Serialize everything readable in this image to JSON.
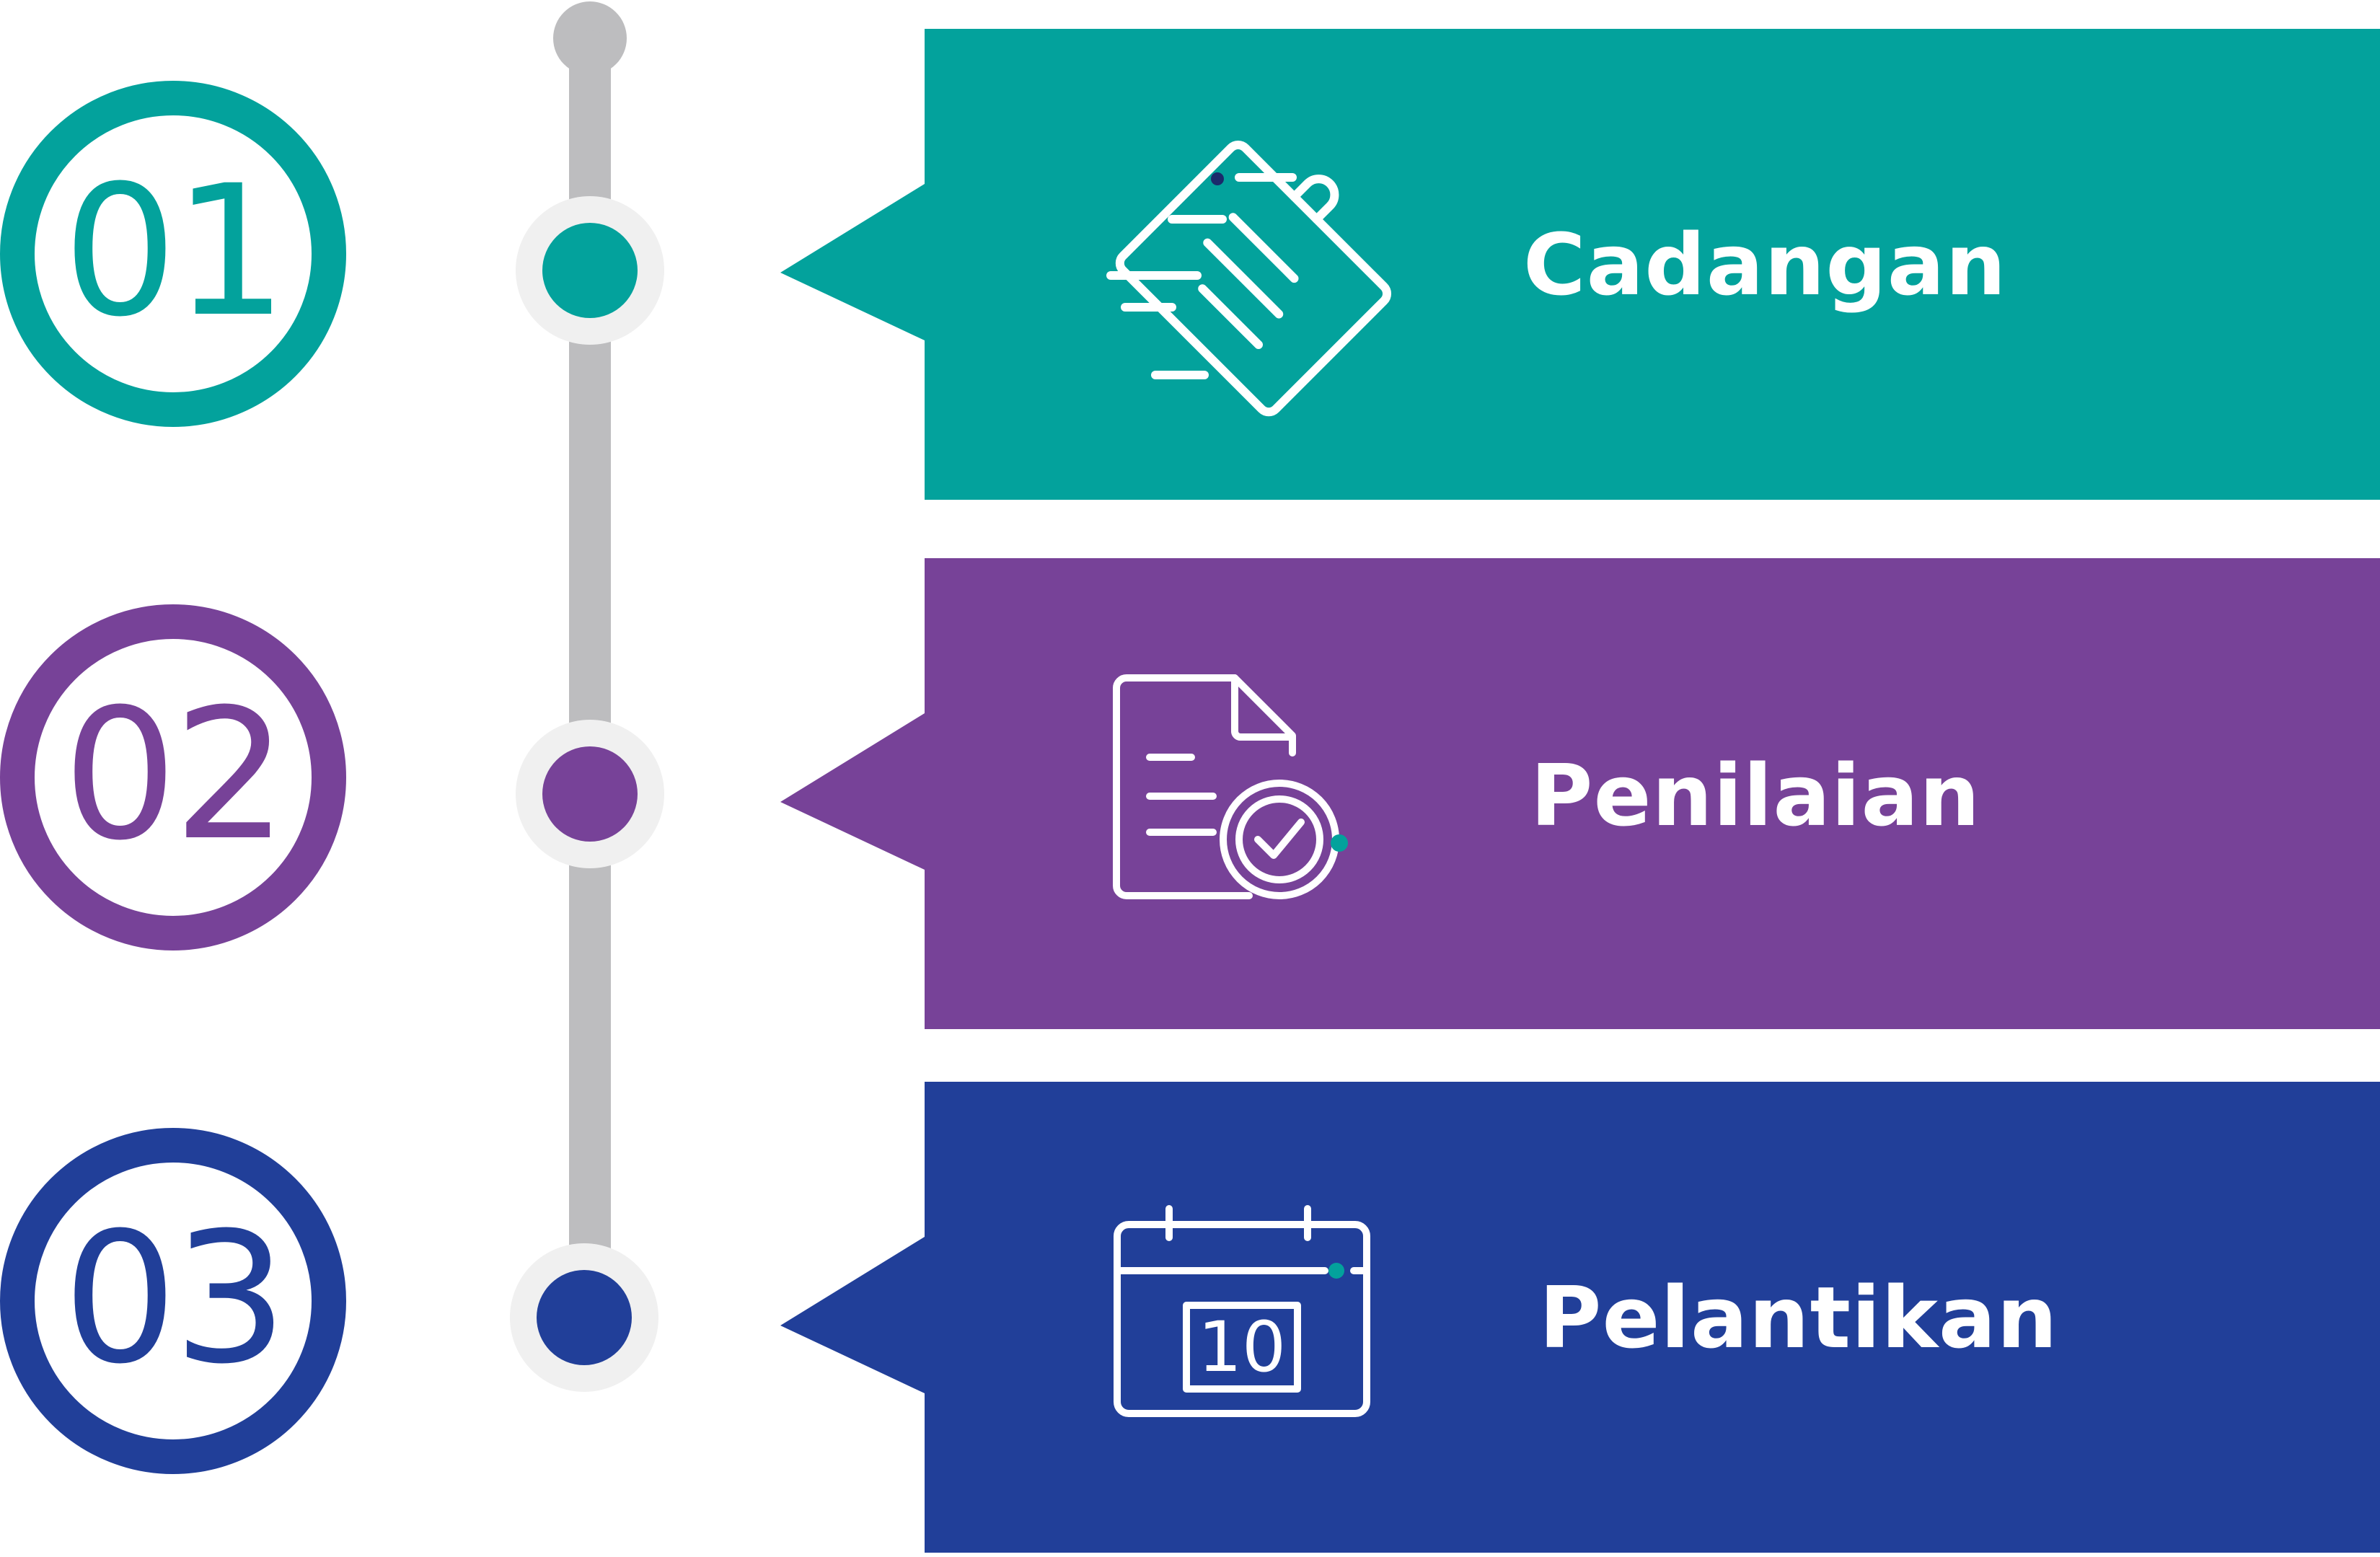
{
  "steps": [
    {
      "number": "01",
      "label": "Cadangan",
      "icon": "clipboard-document-icon",
      "color": "#03a29c"
    },
    {
      "number": "02",
      "label": "Penilaian",
      "icon": "document-check-icon",
      "color": "#774298"
    },
    {
      "number": "03",
      "label": "Pelantikan",
      "icon": "calendar-icon",
      "color": "#213f99"
    }
  ],
  "calendar": {
    "day": "10"
  },
  "colors": {
    "rail": "#bdbdbf",
    "node_ring": "#f0f0f0",
    "icon_line": "#ffffff",
    "icon_accent_dot": "#03a29c"
  }
}
